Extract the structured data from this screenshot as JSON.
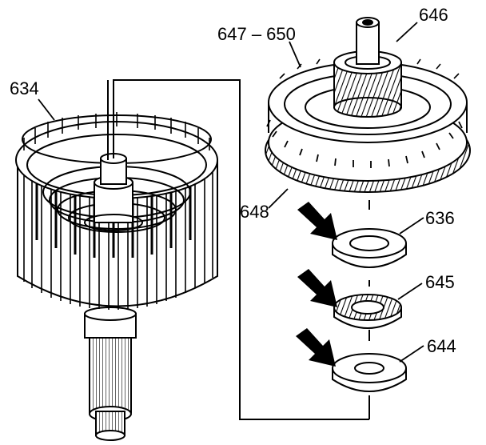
{
  "diagram": {
    "callouts": {
      "c634": "634",
      "c646": "646",
      "c647_650": "647 – 650",
      "c648": "648",
      "c636": "636",
      "c645": "645",
      "c644": "644"
    }
  },
  "colors": {
    "ink": "#000000",
    "paper": "#ffffff",
    "shade": "#9a9a9a"
  }
}
